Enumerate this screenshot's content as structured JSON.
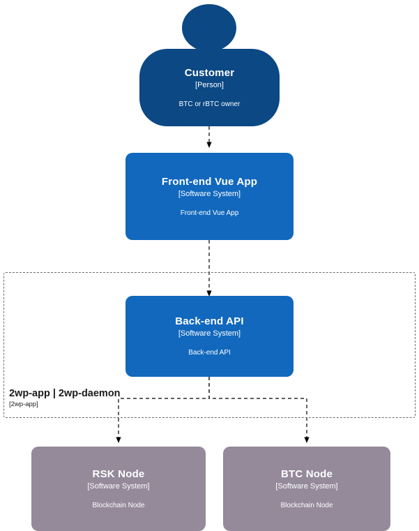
{
  "diagram": {
    "type": "C4 context diagram",
    "background": "#ffffff",
    "colors": {
      "person": "#0b4884",
      "system": "#1168bd",
      "external_system": "#948a9a",
      "boundary_border": "#6b6b6b",
      "arrow": "#000000",
      "text_on_shape": "#ffffff"
    },
    "nodes": [
      {
        "id": "customer",
        "title": "Customer",
        "subtitle": "[Person]",
        "description": "BTC or rBTC owner",
        "shape": "person"
      },
      {
        "id": "frontend",
        "title": "Front-end Vue App",
        "subtitle": "[Software System]",
        "description": "Front-end Vue App",
        "shape": "system"
      },
      {
        "id": "backend",
        "title": "Back-end API",
        "subtitle": "[Software System]",
        "description": "Back-end API",
        "shape": "system"
      },
      {
        "id": "rsk",
        "title": "RSK Node",
        "subtitle": "[Software System]",
        "description": "Blockchain Node",
        "shape": "external-system"
      },
      {
        "id": "btc",
        "title": "BTC Node",
        "subtitle": "[Software System]",
        "description": "Blockchain Node",
        "shape": "external-system"
      }
    ],
    "boundary": {
      "title": "2wp-app | 2wp-daemon",
      "subtitle": "[2wp-app]"
    },
    "edges": [
      {
        "from": "customer",
        "to": "frontend",
        "label": ""
      },
      {
        "from": "frontend",
        "to": "backend",
        "label": ""
      },
      {
        "from": "backend",
        "to": "rsk",
        "label": ""
      },
      {
        "from": "backend",
        "to": "btc",
        "label": ""
      }
    ]
  }
}
